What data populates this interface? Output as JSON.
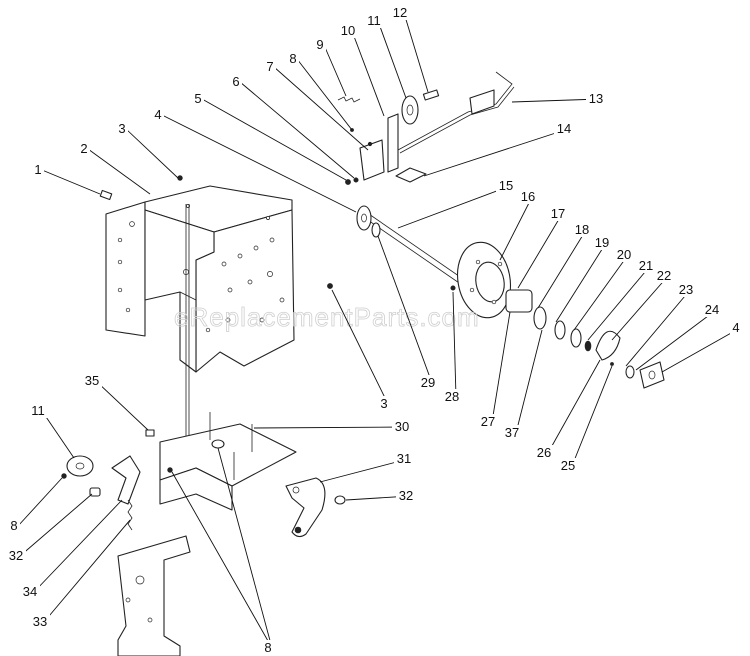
{
  "watermark": "eReplacementParts.com",
  "callouts": [
    {
      "id": "c1",
      "label": "1"
    },
    {
      "id": "c2",
      "label": "2"
    },
    {
      "id": "c3a",
      "label": "3"
    },
    {
      "id": "c4a",
      "label": "4"
    },
    {
      "id": "c5",
      "label": "5"
    },
    {
      "id": "c6",
      "label": "6"
    },
    {
      "id": "c7",
      "label": "7"
    },
    {
      "id": "c8a",
      "label": "8"
    },
    {
      "id": "c9",
      "label": "9"
    },
    {
      "id": "c10",
      "label": "10"
    },
    {
      "id": "c11a",
      "label": "11"
    },
    {
      "id": "c12",
      "label": "12"
    },
    {
      "id": "c13",
      "label": "13"
    },
    {
      "id": "c14",
      "label": "14"
    },
    {
      "id": "c15",
      "label": "15"
    },
    {
      "id": "c16",
      "label": "16"
    },
    {
      "id": "c17",
      "label": "17"
    },
    {
      "id": "c18",
      "label": "18"
    },
    {
      "id": "c19",
      "label": "19"
    },
    {
      "id": "c20",
      "label": "20"
    },
    {
      "id": "c21",
      "label": "21"
    },
    {
      "id": "c22",
      "label": "22"
    },
    {
      "id": "c23",
      "label": "23"
    },
    {
      "id": "c24",
      "label": "24"
    },
    {
      "id": "c4b",
      "label": "4"
    },
    {
      "id": "c29",
      "label": "29"
    },
    {
      "id": "c28",
      "label": "28"
    },
    {
      "id": "c3b",
      "label": "3"
    },
    {
      "id": "c27",
      "label": "27"
    },
    {
      "id": "c37",
      "label": "37"
    },
    {
      "id": "c26",
      "label": "26"
    },
    {
      "id": "c25",
      "label": "25"
    },
    {
      "id": "c35",
      "label": "35"
    },
    {
      "id": "c30",
      "label": "30"
    },
    {
      "id": "c11b",
      "label": "11"
    },
    {
      "id": "c31",
      "label": "31"
    },
    {
      "id": "c32a",
      "label": "32"
    },
    {
      "id": "c8b",
      "label": "8"
    },
    {
      "id": "c32b",
      "label": "32"
    },
    {
      "id": "c34",
      "label": "34"
    },
    {
      "id": "c33",
      "label": "33"
    },
    {
      "id": "c8c",
      "label": "8"
    }
  ]
}
